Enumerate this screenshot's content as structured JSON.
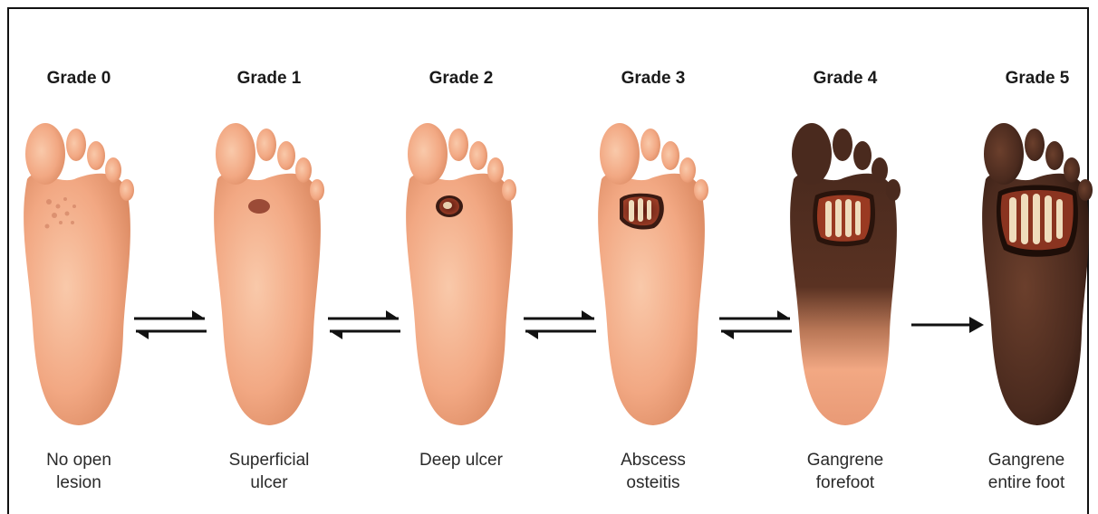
{
  "stages": [
    {
      "title": "Grade 0",
      "caption_line1": "No open",
      "caption_line2": "lesion"
    },
    {
      "title": "Grade 1",
      "caption_line1": "Superficial",
      "caption_line2": "ulcer"
    },
    {
      "title": "Grade 2",
      "caption_line1": "Deep ulcer",
      "caption_line2": ""
    },
    {
      "title": "Grade 3",
      "caption_line1": "Abscess",
      "caption_line2": "osteitis"
    },
    {
      "title": "Grade 4",
      "caption_line1": "Gangrene",
      "caption_line2": "forefoot"
    },
    {
      "title": "Grade 5",
      "caption_line1": "Gangrene",
      "caption_line2": "entire foot"
    }
  ],
  "arrows": [
    "bidirectional",
    "bidirectional",
    "bidirectional",
    "bidirectional",
    "forward"
  ],
  "colors": {
    "skin": "#f2a883",
    "skin_light": "#f8c2a2",
    "skin_dark": "#dd8b68",
    "necrotic": "#4a2a1e",
    "necrotic_light": "#6b3f2c",
    "bone": "#f1dfc0",
    "wound": "#8b2f1f"
  }
}
